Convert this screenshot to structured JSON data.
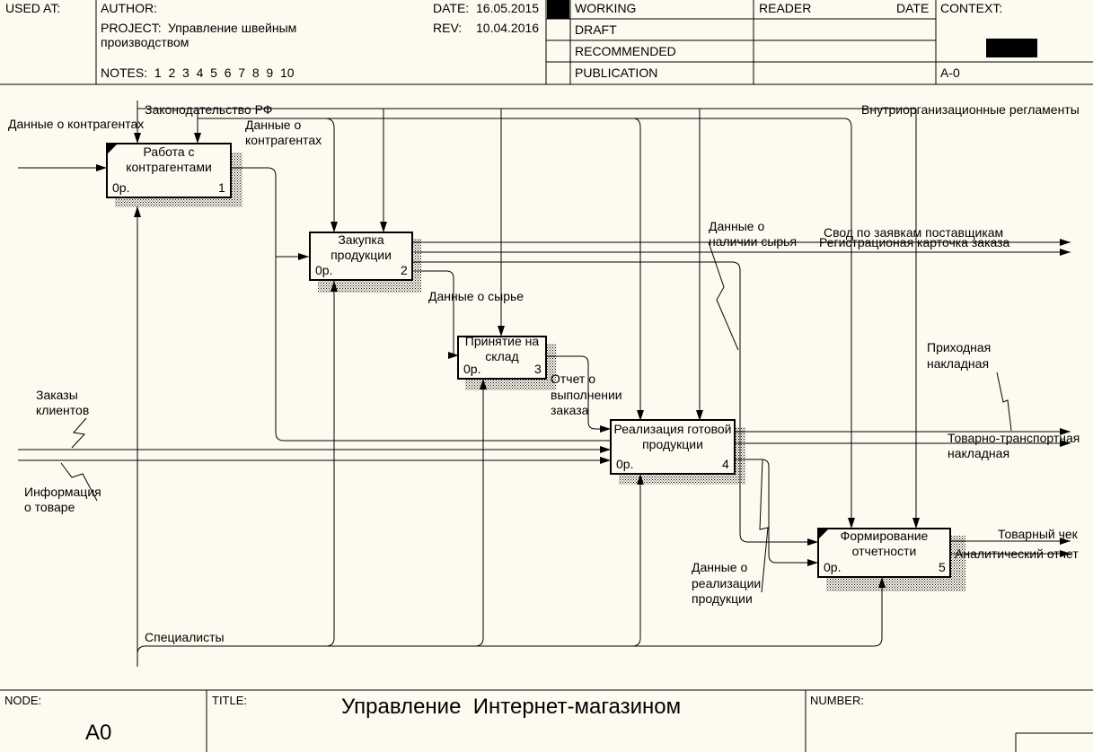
{
  "header": {
    "used_at": "USED AT:",
    "author": "AUTHOR:",
    "project_label": "PROJECT:",
    "project_line1": "Управление швейным",
    "project_line2": "производством",
    "notes": "NOTES:  1  2  3  4  5  6  7  8  9  10",
    "date_label": "DATE:",
    "date_value": "16.05.2015",
    "rev_label": "REV:",
    "rev_value": "10.04.2016",
    "status": [
      "WORKING",
      "DRAFT",
      "RECOMMENDED",
      "PUBLICATION"
    ],
    "reader": "READER",
    "date2": "DATE",
    "context": "CONTEXT:",
    "context_node": "A-0"
  },
  "boxes": [
    {
      "line1": "Работа с",
      "line2": "контрагентами",
      "cost": "0р.",
      "num": "1"
    },
    {
      "line1": "Закупка",
      "line2": "продукции",
      "cost": "0р.",
      "num": "2"
    },
    {
      "line1": "Принятие на",
      "line2": "склад",
      "cost": "0р.",
      "num": "3"
    },
    {
      "line1": "Реализация готовой",
      "line2": "продукции",
      "cost": "0р.",
      "num": "4"
    },
    {
      "line1": "Формирование",
      "line2": "отчетности",
      "cost": "0р.",
      "num": "5"
    }
  ],
  "arrow_labels": {
    "data_contr_in": "Данные о контрагентах",
    "law": "Законодательство РФ",
    "data_contr_out1": "Данные о",
    "data_contr_out2": "контрагентах",
    "internal_regs": "Внутриорганизационные регламенты",
    "raw_avail1": "Данные о",
    "raw_avail2": "наличии сырья",
    "supplier_summary": "Свод по заявкам поставщикам",
    "order_card": "Регистрационая карточка заказа",
    "raw_data": "Данные о сырье",
    "receipt1": "Приходная",
    "receipt2": "накладная",
    "orders1": "Заказы",
    "orders2": "клиентов",
    "order_report1": "Отчет о",
    "order_report2": "выполнении",
    "order_report3": "заказа",
    "waybill1": "Товарно-транспортная",
    "waybill2": "накладная",
    "product_info1": "Информация",
    "product_info2": "о товаре",
    "sales1": "Данные о",
    "sales2": "реализации",
    "sales3": "продукции",
    "receipt_check": "Товарный чек",
    "analytic": "Аналитический отчет",
    "specialists": "Специалисты"
  },
  "footer": {
    "node_label": "NODE:",
    "node_value": "A0",
    "title_label": "TITLE:",
    "title_value": "Управление  Интернет-магазином",
    "number_label": "NUMBER:"
  }
}
